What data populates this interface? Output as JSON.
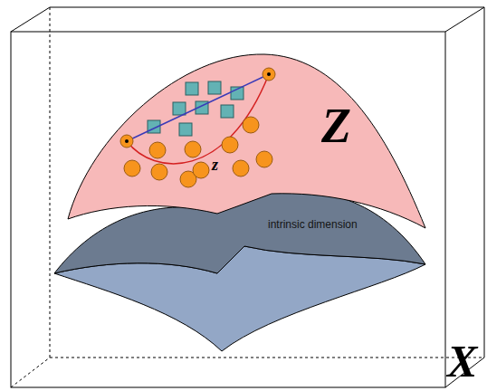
{
  "diagram": {
    "labels": [
      "Z",
      "z",
      "intrinsic dimension",
      "X"
    ]
  }
}
